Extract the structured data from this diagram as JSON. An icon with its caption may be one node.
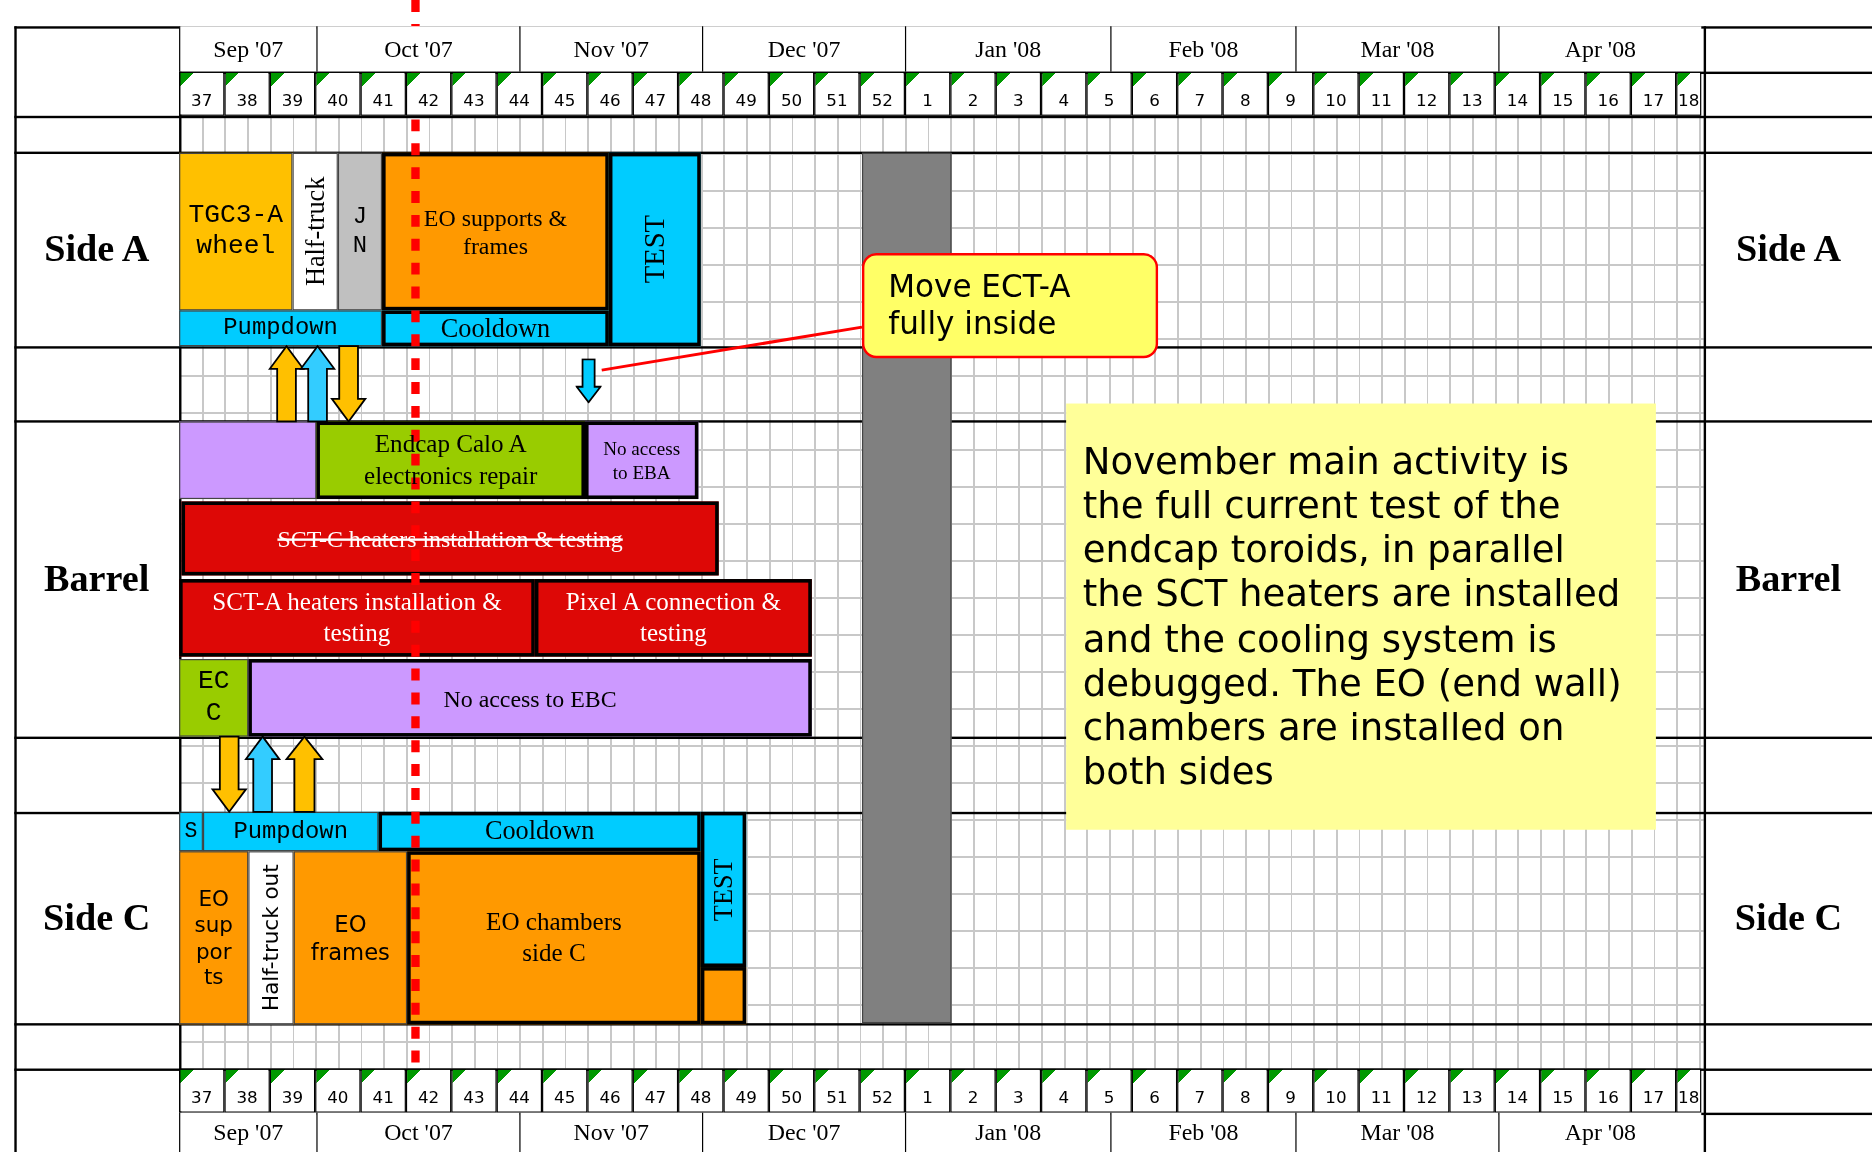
{
  "diagram": {
    "nodes": [
      {
        "text": [
          "TGC3-A wheel"
        ]
      },
      {
        "text": [
          "Half-truck"
        ]
      },
      {
        "text": [
          "J N"
        ]
      },
      {
        "text": [
          "EO supports & frames"
        ]
      },
      {
        "text": [
          "TEST"
        ]
      },
      {
        "text": [
          "Pumpdown"
        ]
      },
      {
        "text": [
          "Cooldown"
        ]
      },
      {
        "text": [],
        "shape": "arrow"
      },
      {
        "text": [
          "Move ECT-A fully inside"
        ]
      },
      {
        "text": [],
        "shape": "box"
      },
      {
        "text": [
          "Endcap Calo A electronics repair"
        ]
      },
      {
        "text": [
          "No access to EBA"
        ]
      },
      {
        "text": [
          "SCT-C heaters installation & testing"
        ]
      },
      {
        "text": [
          "SCT-A heaters installation & testing"
        ]
      },
      {
        "text": [
          "Pixel A connection & testing"
        ]
      },
      {
        "text": [
          "EC C"
        ]
      },
      {
        "text": [
          "No access to EBC"
        ]
      },
      {
        "text": [
          "S"
        ]
      },
      {
        "text": [
          "Pumpdown"
        ]
      },
      {
        "text": [
          "Cooldown"
        ]
      },
      {
        "text": [
          "TEST"
        ]
      },
      {
        "text": [
          "EO supports"
        ]
      },
      {
        "text": [
          "Half-truck out"
        ]
      },
      {
        "text": [
          "EO frames"
        ]
      },
      {
        "text": [
          "EO chambers side C"
        ]
      },
      {
        "text": [],
        "shape": "box"
      },
      {
        "text": [
          "November main activity is the full current test of the endcap toroids, in parallel the SCT heaters are installed and the cooling system is debugged. The EO (end wall) chambers are installed on both sides"
        ]
      },
      {
        "text": [],
        "shape": "bar"
      }
    ],
    "edges": [
      {
        "from": 8,
        "to": 7,
        "arrow": "none",
        "color": "#ff0000"
      },
      {
        "from": 9,
        "to": 5,
        "arrow": "to",
        "style": "thick",
        "color": "#ffc000"
      },
      {
        "from": 10,
        "to": 5,
        "arrow": "to",
        "style": "thick",
        "color": "#33ccff"
      },
      {
        "from": 5,
        "to": 10,
        "arrow": "to",
        "style": "thick",
        "color": "#ffc000"
      },
      {
        "from": 15,
        "to": 18,
        "arrow": "to",
        "style": "thick",
        "color": "#ffc000"
      },
      {
        "from": 18,
        "to": 16,
        "arrow": "to",
        "style": "thick",
        "color": "#33ccff"
      },
      {
        "from": 18,
        "to": 16,
        "arrow": "to",
        "style": "thick",
        "color": "#ffc000"
      }
    ],
    "labels": [
      "Sep '07",
      "Oct '07",
      "Nov '07",
      "Dec '07",
      "Jan '08",
      "Feb '08",
      "Mar '08",
      "Apr '08",
      "37",
      "38",
      "39",
      "40",
      "41",
      "42",
      "43",
      "44",
      "45",
      "46",
      "47",
      "48",
      "49",
      "50",
      "51",
      "52",
      "1",
      "2",
      "3",
      "4",
      "5",
      "6",
      "7",
      "8",
      "9",
      "10",
      "11",
      "12",
      "13",
      "14",
      "15",
      "16",
      "17",
      "18",
      "Side A",
      "Side A",
      "Barrel",
      "Barrel",
      "Side C",
      "Side C",
      "37",
      "38",
      "39",
      "40",
      "41",
      "42",
      "43",
      "44",
      "45",
      "46",
      "47",
      "48",
      "49",
      "50",
      "51",
      "52",
      "1",
      "2",
      "3",
      "4",
      "5",
      "6",
      "7",
      "8",
      "9",
      "10",
      "11",
      "12",
      "13",
      "14",
      "15",
      "16",
      "17",
      "18",
      "Sep '07",
      "Oct '07",
      "Nov '07",
      "Dec '07",
      "Jan '08",
      "Feb '08",
      "Mar '08",
      "Apr '08"
    ]
  }
}
